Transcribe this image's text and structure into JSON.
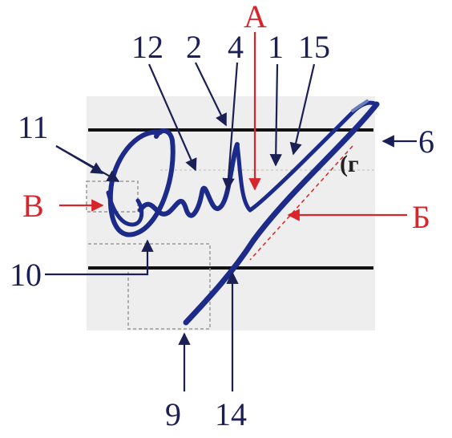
{
  "figure": {
    "labels": {
      "n12": "12",
      "n2": "2",
      "n4": "4",
      "n1": "1",
      "n15": "15",
      "a": "А",
      "n11": "11",
      "n6": "6",
      "v": "В",
      "b": "Б",
      "n10": "10",
      "n9": "9",
      "n14": "14",
      "glyph": "(г"
    },
    "colors": {
      "ink": "#1c2a8a",
      "label_dark": "#1a1f55",
      "label_red": "#d8242a",
      "baseline": "#111111",
      "background_band": "#eeeeee"
    }
  }
}
